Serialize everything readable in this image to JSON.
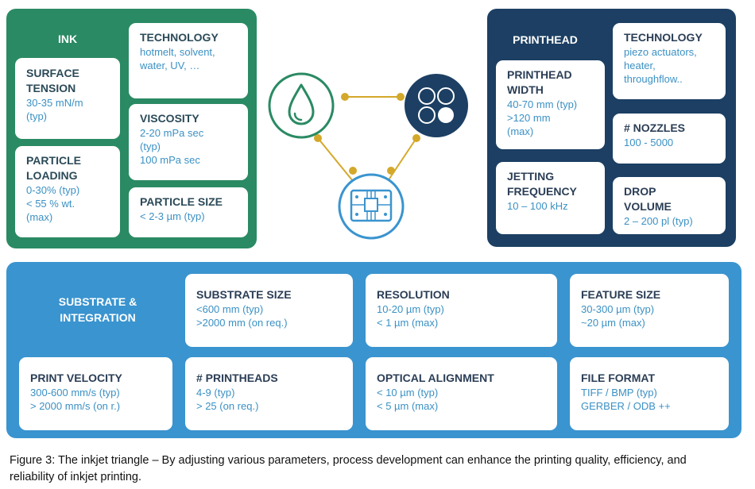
{
  "ink": {
    "title": "INK",
    "cards": [
      {
        "title": "TECHNOLOGY",
        "value": "hotmelt, solvent,\nwater, UV, …"
      },
      {
        "title": "SURFACE\nTENSION",
        "value": "30-35 mN/m\n(typ)"
      },
      {
        "title": "VISCOSITY",
        "value": "2-20 mPa sec\n(typ)\n100 mPa sec"
      },
      {
        "title": "PARTICLE\nLOADING",
        "value": "0-30% (typ)\n< 55 % wt.\n(max)"
      },
      {
        "title": "PARTICLE SIZE",
        "value": "< 2-3 µm (typ)"
      }
    ]
  },
  "printhead": {
    "title": "PRINTHEAD",
    "cards": [
      {
        "title": "TECHNOLOGY",
        "value": "piezo actuators,\nheater,\nthroughflow.."
      },
      {
        "title": "PRINTHEAD\nWIDTH",
        "value": "40-70 mm (typ)\n>120 mm\n(max)"
      },
      {
        "title": "# NOZZLES",
        "value": "100 - 5000"
      },
      {
        "title": "JETTING\nFREQUENCY",
        "value": "10 – 100 kHz"
      },
      {
        "title": "DROP\nVOLUME",
        "value": "2 – 200 pl (typ)"
      }
    ]
  },
  "substrate": {
    "title": "SUBSTRATE &\nINTEGRATION",
    "cards": [
      {
        "title": "SUBSTRATE SIZE",
        "value": "<600 mm (typ)\n>2000 mm (on req.)"
      },
      {
        "title": "RESOLUTION",
        "value": "10-20 µm (typ)\n< 1 µm (max)"
      },
      {
        "title": "FEATURE SIZE",
        "value": "30-300 µm (typ)\n~20 µm (max)"
      },
      {
        "title": "PRINT VELOCITY",
        "value": "300-600 mm/s (typ)\n> 2000 mm/s (on r.)"
      },
      {
        "title": "# PRINTHEADS",
        "value": " 4-9 (typ)\n> 25 (on req.)"
      },
      {
        "title": "OPTICAL ALIGNMENT",
        "value": "< 10 µm (typ)\n< 5 µm (max)"
      },
      {
        "title": "FILE FORMAT",
        "value": "TIFF / BMP (typ)\nGERBER / ODB ++"
      }
    ]
  },
  "colors": {
    "ink_panel": "#2a8a63",
    "printhead_panel": "#1c3f63",
    "substrate_panel": "#3a94cf",
    "connector": "#d4a82a"
  },
  "icons": [
    "ink-drop-icon",
    "printhead-nozzles-icon",
    "circuit-chip-icon"
  ],
  "caption": "Figure 3: The inkjet triangle – By adjusting various parameters, process development can enhance the printing quality, efficiency, and reliability of inkjet printing."
}
